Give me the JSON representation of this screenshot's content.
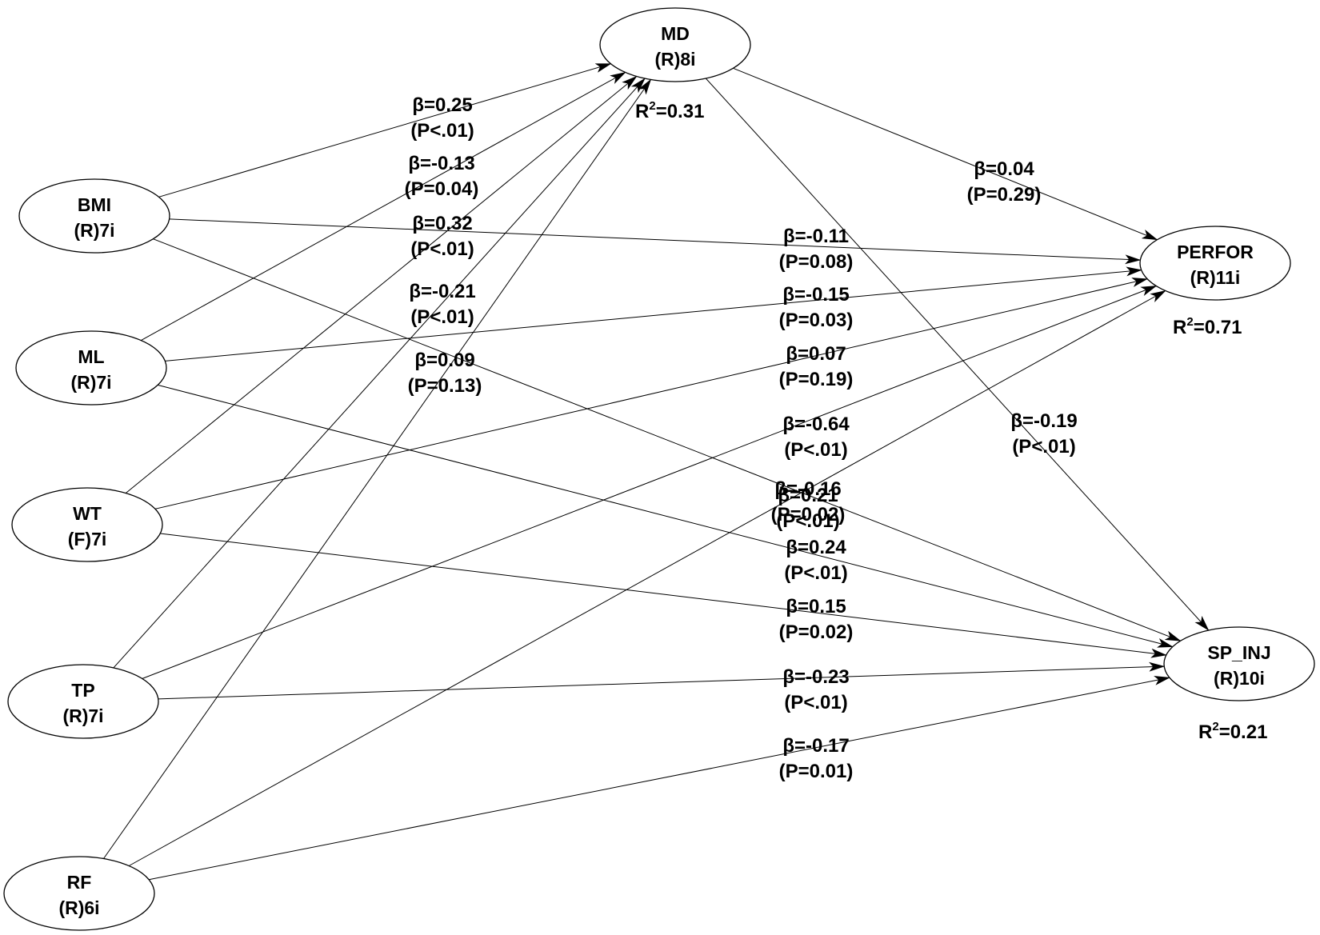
{
  "nodes": [
    {
      "id": "MD",
      "label": "MD",
      "sublabel": "(R)8i",
      "r2": "=0.31"
    },
    {
      "id": "BMI",
      "label": "BMI",
      "sublabel": "(R)7i"
    },
    {
      "id": "ML",
      "label": "ML",
      "sublabel": "(R)7i"
    },
    {
      "id": "WT",
      "label": "WT",
      "sublabel": "(F)7i"
    },
    {
      "id": "TP",
      "label": "TP",
      "sublabel": "(R)7i"
    },
    {
      "id": "RF",
      "label": "RF",
      "sublabel": "(R)6i"
    },
    {
      "id": "PERFOR",
      "label": "PERFOR",
      "sublabel": "(R)11i",
      "r2": "=0.71"
    },
    {
      "id": "SP_INJ",
      "label": "SP_INJ",
      "sublabel": "(R)10i",
      "r2": "=0.21"
    }
  ],
  "edges": [
    {
      "from": "BMI",
      "to": "MD",
      "beta": "β=0.25",
      "p": "(P<.01)"
    },
    {
      "from": "ML",
      "to": "MD",
      "beta": "β=-0.13",
      "p": "(P=0.04)"
    },
    {
      "from": "WT",
      "to": "MD",
      "beta": "β=0.32",
      "p": "(P<.01)"
    },
    {
      "from": "TP",
      "to": "MD",
      "beta": "β=-0.21",
      "p": "(P<.01)"
    },
    {
      "from": "RF",
      "to": "MD",
      "beta": "β=0.09",
      "p": "(P=0.13)"
    },
    {
      "from": "MD",
      "to": "PERFOR",
      "beta": "β=0.04",
      "p": "(P=0.29)"
    },
    {
      "from": "BMI",
      "to": "PERFOR",
      "beta": "β=-0.11",
      "p": "(P=0.08)"
    },
    {
      "from": "ML",
      "to": "PERFOR",
      "beta": "β=-0.15",
      "p": "(P=0.03)"
    },
    {
      "from": "WT",
      "to": "PERFOR",
      "beta": "β=0.07",
      "p": "(P=0.19)"
    },
    {
      "from": "TP",
      "to": "PERFOR",
      "beta": "β=-0.64",
      "p": "(P<.01)"
    },
    {
      "from": "MD",
      "to": "SP_INJ",
      "beta": "β=-0.19",
      "p": "(P<.01)"
    },
    {
      "from": "RF",
      "to": "PERFOR",
      "beta": "β=0.21",
      "p": "(P<.01)"
    },
    {
      "from": "BMI",
      "to": "SP_INJ",
      "beta": "β=-0.16",
      "p": "(P=0.02)"
    },
    {
      "from": "ML",
      "to": "SP_INJ",
      "beta": "β=0.24",
      "p": "(P<.01)"
    },
    {
      "from": "WT",
      "to": "SP_INJ",
      "beta": "β=0.15",
      "p": "(P=0.02)"
    },
    {
      "from": "TP",
      "to": "SP_INJ",
      "beta": "β=-0.23",
      "p": "(P<.01)"
    },
    {
      "from": "RF",
      "to": "SP_INJ",
      "beta": "β=-0.17",
      "p": "(P=0.01)"
    }
  ]
}
